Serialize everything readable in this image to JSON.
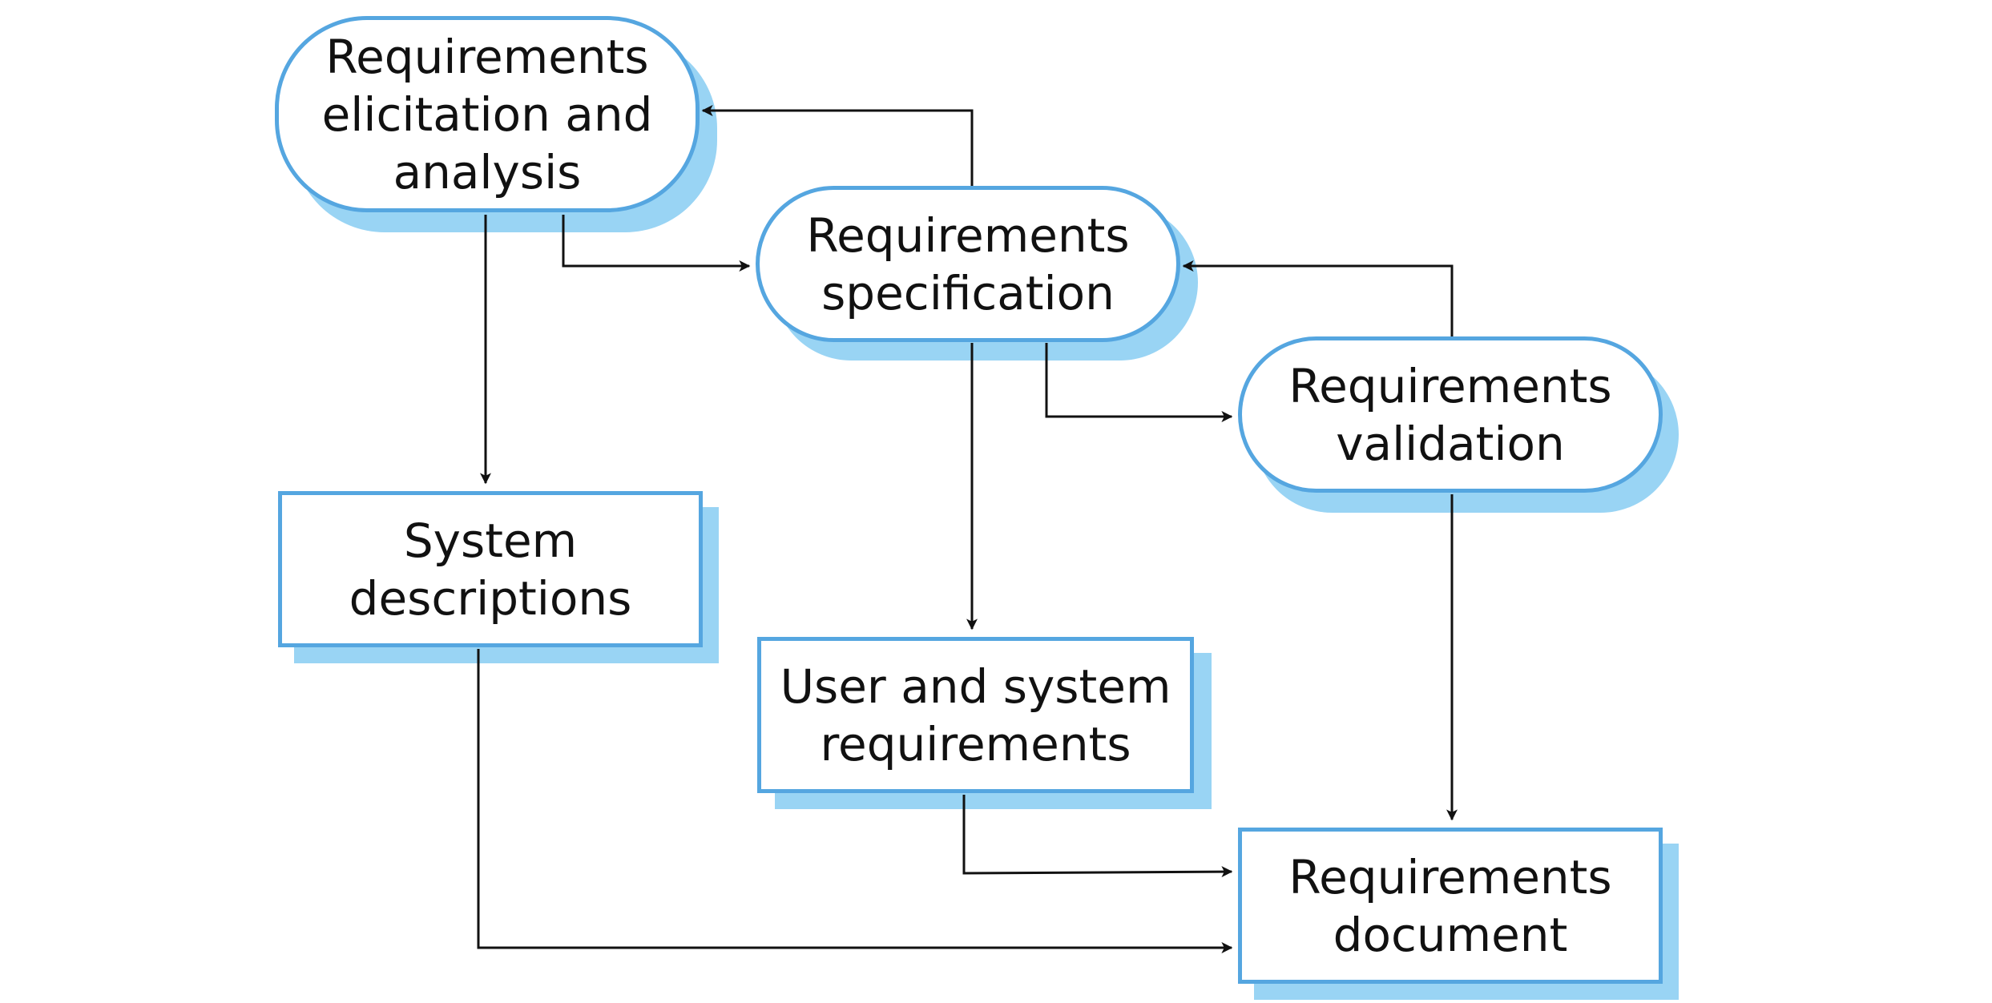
{
  "diagram": {
    "colors": {
      "border": "#55a6e0",
      "shadow": "#99d4f4",
      "arrow": "#111111",
      "text": "#111111"
    },
    "nodes": {
      "elicitation": {
        "label": "Requirements\nelicitation and\nanalysis",
        "shape": "rounded-rectangle"
      },
      "specification": {
        "label": "Requirements\nspecification",
        "shape": "rounded-rectangle"
      },
      "validation": {
        "label": "Requirements\nvalidation",
        "shape": "rounded-rectangle"
      },
      "system_descriptions": {
        "label": "System\ndescriptions",
        "shape": "document-rectangle"
      },
      "user_system_requirements": {
        "label": "User and system\nrequirements",
        "shape": "document-rectangle"
      },
      "requirements_document": {
        "label": "Requirements\ndocument",
        "shape": "document-rectangle"
      }
    },
    "edges": [
      {
        "from": "specification",
        "to": "elicitation"
      },
      {
        "from": "elicitation",
        "to": "specification"
      },
      {
        "from": "elicitation",
        "to": "system_descriptions"
      },
      {
        "from": "validation",
        "to": "specification"
      },
      {
        "from": "specification",
        "to": "validation"
      },
      {
        "from": "specification",
        "to": "user_system_requirements"
      },
      {
        "from": "validation",
        "to": "requirements_document"
      },
      {
        "from": "user_system_requirements",
        "to": "requirements_document"
      },
      {
        "from": "system_descriptions",
        "to": "requirements_document"
      }
    ]
  }
}
